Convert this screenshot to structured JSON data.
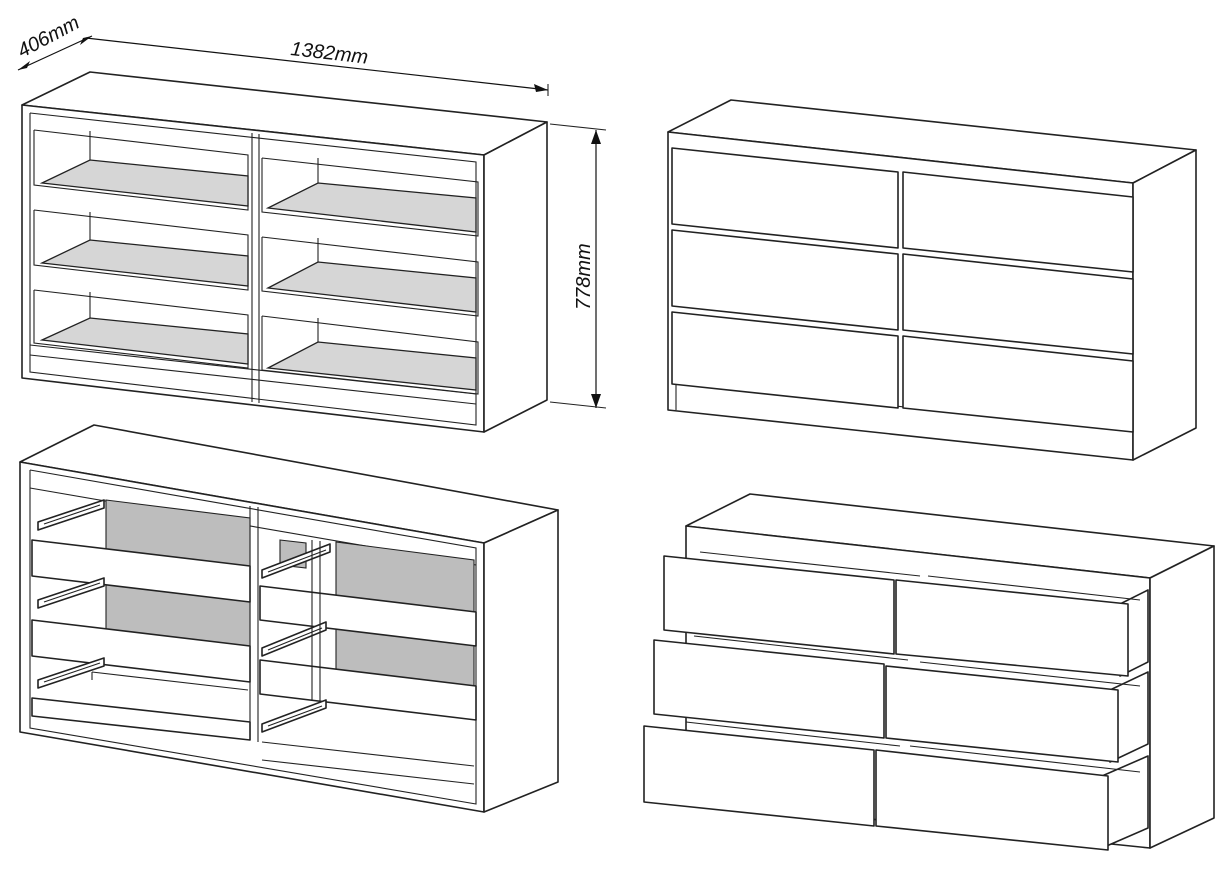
{
  "dimensions": {
    "depth": "406mm",
    "width": "1382mm",
    "height": "778mm"
  },
  "colors": {
    "line": "#222222",
    "shelf_fill": "#d6d6d6",
    "back_panel_fill": "#bdbdbd",
    "background": "#ffffff"
  },
  "views": [
    "open-frame-with-drawer-boxes",
    "closed-dresser",
    "frame-with-runners",
    "dresser-drawers-open"
  ]
}
